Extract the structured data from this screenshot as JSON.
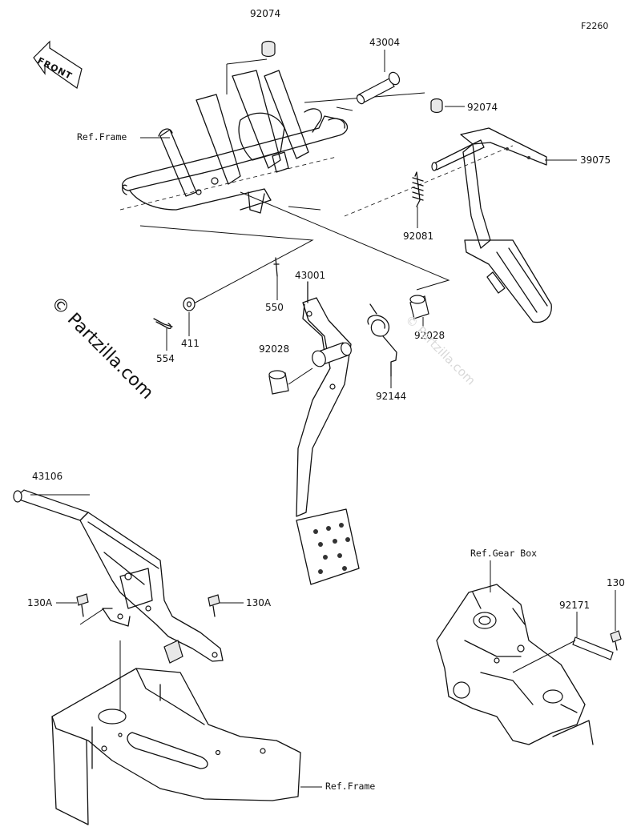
{
  "figure_code": "F2260",
  "front_label": "FRONT",
  "watermark": "© Partzilla.com",
  "watermark_faint": "© Partzilla.com",
  "parts": {
    "p92074_top": "92074",
    "p43004": "43004",
    "p92074_right": "92074",
    "p39075": "39075",
    "p92081": "92081",
    "p550": "550",
    "p43001": "43001",
    "p554": "554",
    "p411": "411",
    "p92028_left": "92028",
    "p92028_right": "92028",
    "p92144": "92144",
    "p43106": "43106",
    "p130A_left": "130A",
    "p130A_right": "130A",
    "p130": "130",
    "p92171": "92171"
  },
  "refs": {
    "frame_top": "Ref.Frame",
    "frame_bottom": "Ref.Frame",
    "gear_box": "Ref.Gear Box"
  }
}
